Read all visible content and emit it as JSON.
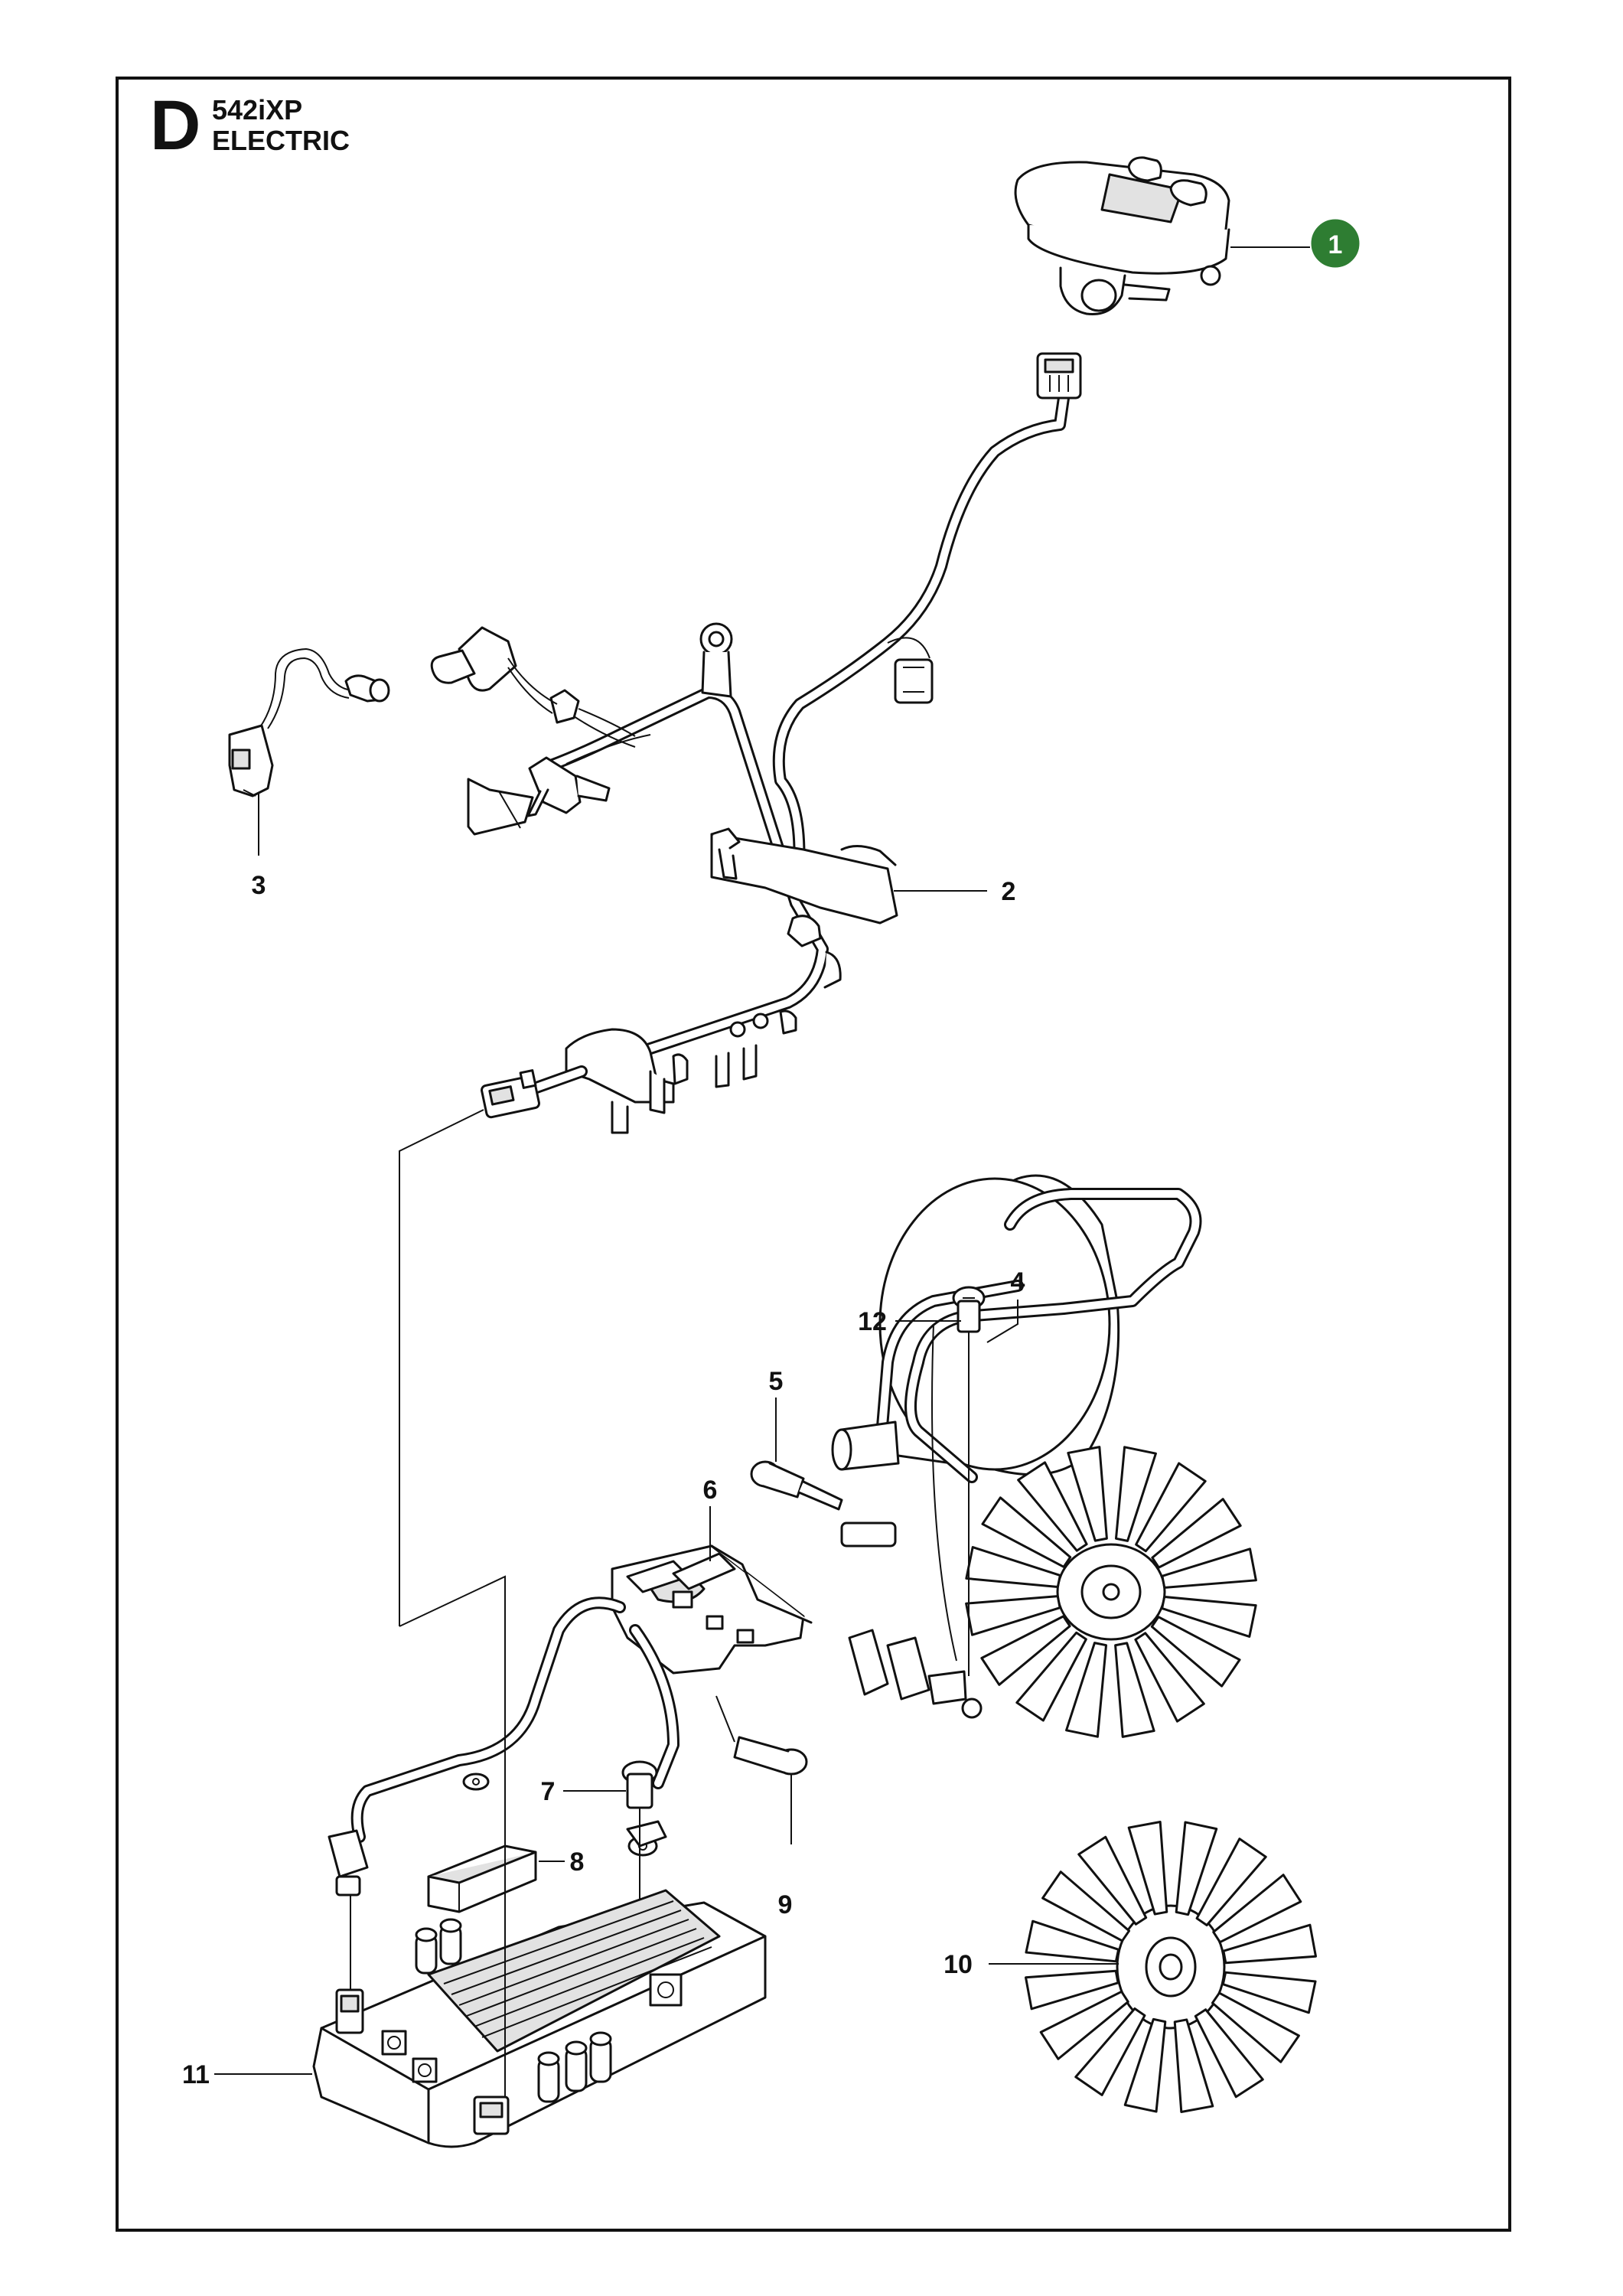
{
  "header": {
    "section_letter": "D",
    "model": "542iXP",
    "section_title": "ELECTRIC"
  },
  "callouts": [
    {
      "id": "1",
      "highlight_color": "#2e7d32"
    },
    {
      "id": "2"
    },
    {
      "id": "3"
    },
    {
      "id": "4"
    },
    {
      "id": "5"
    },
    {
      "id": "6"
    },
    {
      "id": "7"
    },
    {
      "id": "8"
    },
    {
      "id": "9"
    },
    {
      "id": "10"
    },
    {
      "id": "11"
    },
    {
      "id": "12"
    }
  ],
  "colors": {
    "line": "#111111",
    "highlight": "#2e7d32",
    "shade": "#e2e2e2"
  }
}
